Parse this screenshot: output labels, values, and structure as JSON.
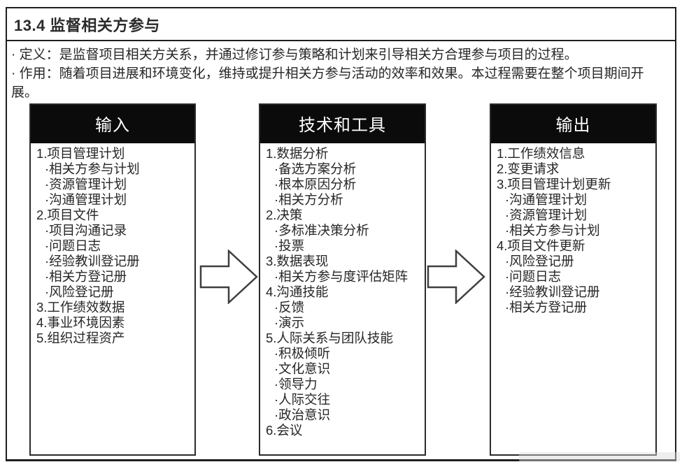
{
  "title": "13.4 监督相关方参与",
  "description": {
    "line1": "· 定义：是监督项目相关方关系，并通过修订参与策略和计划来引导相关方合理参与项目的过程。",
    "line2": "· 作用：随着项目进展和环境变化，维持或提升相关方参与活动的效率和效果。本过程需要在整个项目期间开展。"
  },
  "boxes": [
    {
      "header": "输入",
      "items": [
        {
          "text": "1.项目管理计划"
        },
        {
          "text": "·相关方参与计划",
          "indent": true
        },
        {
          "text": "·资源管理计划",
          "indent": true
        },
        {
          "text": "·沟通管理计划",
          "indent": true
        },
        {
          "text": "2.项目文件"
        },
        {
          "text": "·项目沟通记录",
          "indent": true
        },
        {
          "text": "·问题日志",
          "indent": true
        },
        {
          "text": "·经验教训登记册",
          "indent": true
        },
        {
          "text": "·相关方登记册",
          "indent": true
        },
        {
          "text": "·风险登记册",
          "indent": true
        },
        {
          "text": "3.工作绩效数据"
        },
        {
          "text": "4.事业环境因素"
        },
        {
          "text": "5.组织过程资产"
        }
      ]
    },
    {
      "header": "技术和工具",
      "items": [
        {
          "text": "1.数据分析"
        },
        {
          "text": "·备选方案分析",
          "indent": true
        },
        {
          "text": "·根本原因分析",
          "indent": true
        },
        {
          "text": "·相关方分析",
          "indent": true
        },
        {
          "text": "2.决策"
        },
        {
          "text": "·多标准决策分析",
          "indent": true
        },
        {
          "text": "·投票",
          "indent": true
        },
        {
          "text": "3.数据表现"
        },
        {
          "text": "·相关方参与度评估矩阵",
          "indent": true
        },
        {
          "text": "4.沟通技能"
        },
        {
          "text": "·反馈",
          "indent": true
        },
        {
          "text": "·演示",
          "indent": true
        },
        {
          "text": "5.人际关系与团队技能"
        },
        {
          "text": "·积极倾听",
          "indent": true
        },
        {
          "text": "·文化意识",
          "indent": true
        },
        {
          "text": "·领导力",
          "indent": true
        },
        {
          "text": "·人际交往",
          "indent": true
        },
        {
          "text": "·政治意识",
          "indent": true
        },
        {
          "text": "6.会议"
        }
      ]
    },
    {
      "header": "输出",
      "items": [
        {
          "text": "1.工作绩效信息"
        },
        {
          "text": "2.变更请求"
        },
        {
          "text": "3.项目管理计划更新"
        },
        {
          "text": "·沟通管理计划",
          "indent": true
        },
        {
          "text": "·资源管理计划",
          "indent": true
        },
        {
          "text": "·相关方参与计划",
          "indent": true
        },
        {
          "text": "4.项目文件更新"
        },
        {
          "text": "·风险登记册",
          "indent": true
        },
        {
          "text": "·问题日志",
          "indent": true
        },
        {
          "text": "·经验教训登记册",
          "indent": true
        },
        {
          "text": "·相关方登记册",
          "indent": true
        }
      ]
    }
  ],
  "colors": {
    "header_bg": "#0b0b0b",
    "header_text": "#ffffff",
    "box_border": "#2b2b2b",
    "frame_border": "#1f1f1f",
    "arrow_stroke": "#3f3f3f",
    "arrow_fill": "#ffffff"
  }
}
